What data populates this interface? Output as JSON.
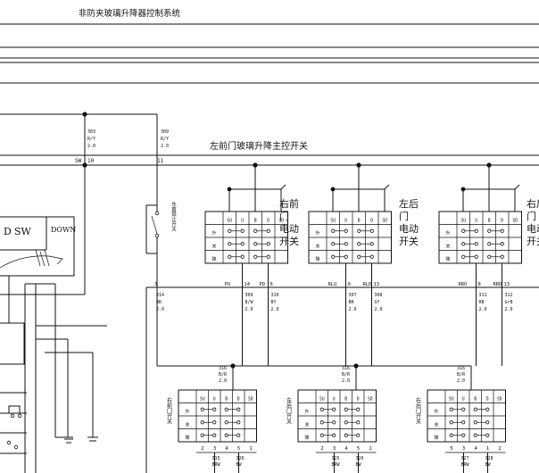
{
  "header": {
    "title": "非防夹玻璃升降器控制系统"
  },
  "master_switch": {
    "title": "左前门玻璃升降主控开关"
  },
  "top_wires": {
    "left": {
      "num": "303",
      "color": "R/Y",
      "size": "2.0"
    },
    "right": {
      "num": "309",
      "color": "R/Y",
      "size": "2.0"
    },
    "pins": [
      "SW",
      "10",
      "11"
    ]
  },
  "relay_box": {
    "labels": [
      "D",
      "SW",
      "DOWN"
    ]
  },
  "lockout_switch": {
    "label": "车窗锁止开关"
  },
  "master_sections": [
    {
      "label": "右前门电动开关",
      "headers": [
        "SU",
        "U",
        "B",
        "D",
        "SD"
      ],
      "rows": [
        "升",
        "关",
        "降"
      ],
      "pins": [
        {
          "name": "PU",
          "num": "14"
        },
        {
          "name": "PD",
          "num": "6"
        }
      ],
      "wires": [
        {
          "num": "309",
          "color": "B/W",
          "size": "2.0"
        },
        {
          "num": "310",
          "color": "BY",
          "size": "2.0"
        }
      ]
    },
    {
      "label": "左后门电动开关",
      "headers": [
        "SU",
        "U",
        "B",
        "D",
        "SD"
      ],
      "rows": [
        "升",
        "关",
        "降"
      ],
      "pins": [
        {
          "name": "RLU",
          "num": "9"
        },
        {
          "name": "RLD",
          "num": "13"
        }
      ],
      "wires": [
        {
          "num": "307",
          "color": "BR",
          "size": "2.0"
        },
        {
          "num": "308",
          "color": "GY",
          "size": "2.0"
        }
      ]
    },
    {
      "label": "右后门电动开关",
      "headers": [
        "SU",
        "U",
        "B",
        "D",
        "SD"
      ],
      "rows": [
        "升",
        "关",
        "降"
      ],
      "pins": [
        {
          "name": "RRU",
          "num": "8"
        },
        {
          "name": "RRD",
          "num": "13"
        }
      ],
      "wires": [
        {
          "num": "311",
          "color": "RB",
          "size": "2.0"
        },
        {
          "num": "312",
          "color": "GrB",
          "size": "2.0"
        }
      ]
    }
  ],
  "left_feed": {
    "pin": "3",
    "num": "J14",
    "color": "BR",
    "size": "2.0"
  },
  "door_switches": [
    {
      "label": "右前门开关",
      "wire": {
        "num": "316",
        "color": "B/R",
        "size": "2.0"
      },
      "headers": [
        "SU",
        "U",
        "B",
        "D",
        "SD"
      ],
      "rows": [
        "升",
        "关",
        "降"
      ],
      "pins": [
        "2",
        "3",
        "4",
        "5",
        "1"
      ],
      "bottom_wires": [
        {
          "num": "315",
          "color": "BRW"
        },
        {
          "num": "326",
          "color": "BW"
        }
      ]
    },
    {
      "label": "左后门开关",
      "wire": {
        "num": "316",
        "color": "B/R",
        "size": "2.0"
      },
      "headers": [
        "SU",
        "U",
        "B",
        "D",
        "SD"
      ],
      "rows": [
        "升",
        "关",
        "降"
      ],
      "pins": [
        "2",
        "3",
        "4",
        "5",
        "1"
      ],
      "bottom_wires": [
        {
          "num": "325",
          "color": "BRW"
        },
        {
          "num": "326",
          "color": "BW"
        }
      ]
    },
    {
      "label": "右后门开关",
      "wire": {
        "num": "316",
        "color": "B/R",
        "size": "2.0"
      },
      "headers": [
        "SU",
        "U",
        "B",
        "D",
        "SD"
      ],
      "rows": [
        "升",
        "关",
        "降"
      ],
      "pins": [
        "5",
        "3",
        "4",
        "1",
        "2"
      ],
      "bottom_wires": [
        {
          "num": "327",
          "color": "BRW"
        },
        {
          "num": "328",
          "color": "BW"
        }
      ]
    }
  ]
}
